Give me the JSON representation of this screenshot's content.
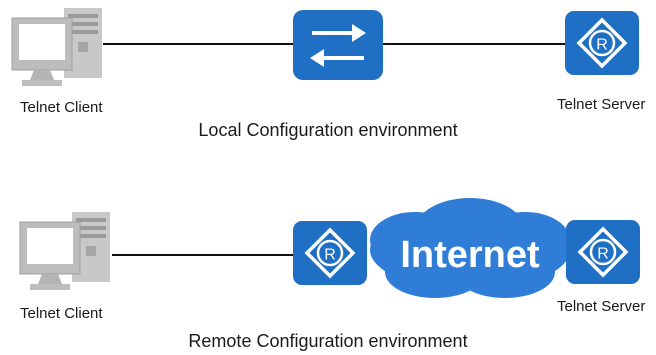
{
  "local": {
    "client_label": "Telnet Client",
    "server_label": "Telnet Server",
    "caption": "Local Configuration environment"
  },
  "remote": {
    "client_label": "Telnet Client",
    "server_label": "Telnet Server",
    "cloud_label": "Internet",
    "caption": "Remote Configuration environment"
  },
  "icons": {
    "pc": "pc-icon",
    "switch": "switch-icon",
    "router": "router-icon",
    "cloud": "internet-cloud-icon",
    "router_letter": "R"
  },
  "colors": {
    "device_blue": "#1f6fc4",
    "device_gray": "#c6c6c6",
    "cloud_blue": "#2f7dd6",
    "link": "#111111"
  }
}
